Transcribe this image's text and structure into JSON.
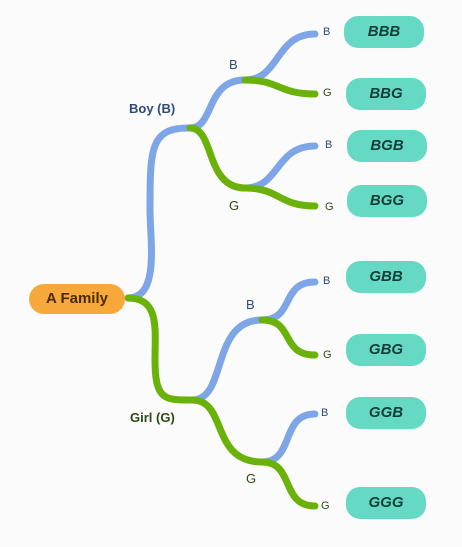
{
  "colors": {
    "boy": "#7ea6e6",
    "girl": "#6ab20a",
    "root": "#f7a83a",
    "leaf": "#65d9c4"
  },
  "root": {
    "label": "A Family"
  },
  "level1": {
    "boy": "Boy (B)",
    "girl": "Girl (G)"
  },
  "level2": {
    "boy_boy": "B",
    "boy_girl": "G",
    "girl_boy": "B",
    "girl_girl": "G"
  },
  "level3": {
    "bb_b": "B",
    "bb_g": "G",
    "bg_b": "B",
    "bg_g": "G",
    "gb_b": "B",
    "gb_g": "G",
    "gg_b": "B",
    "gg_g": "G"
  },
  "leaves": {
    "bbb": "BBB",
    "bbg": "BBG",
    "bgb": "BGB",
    "bgg": "BGG",
    "gbb": "GBB",
    "gbg": "GBG",
    "ggb": "GGB",
    "ggg": "GGG"
  }
}
